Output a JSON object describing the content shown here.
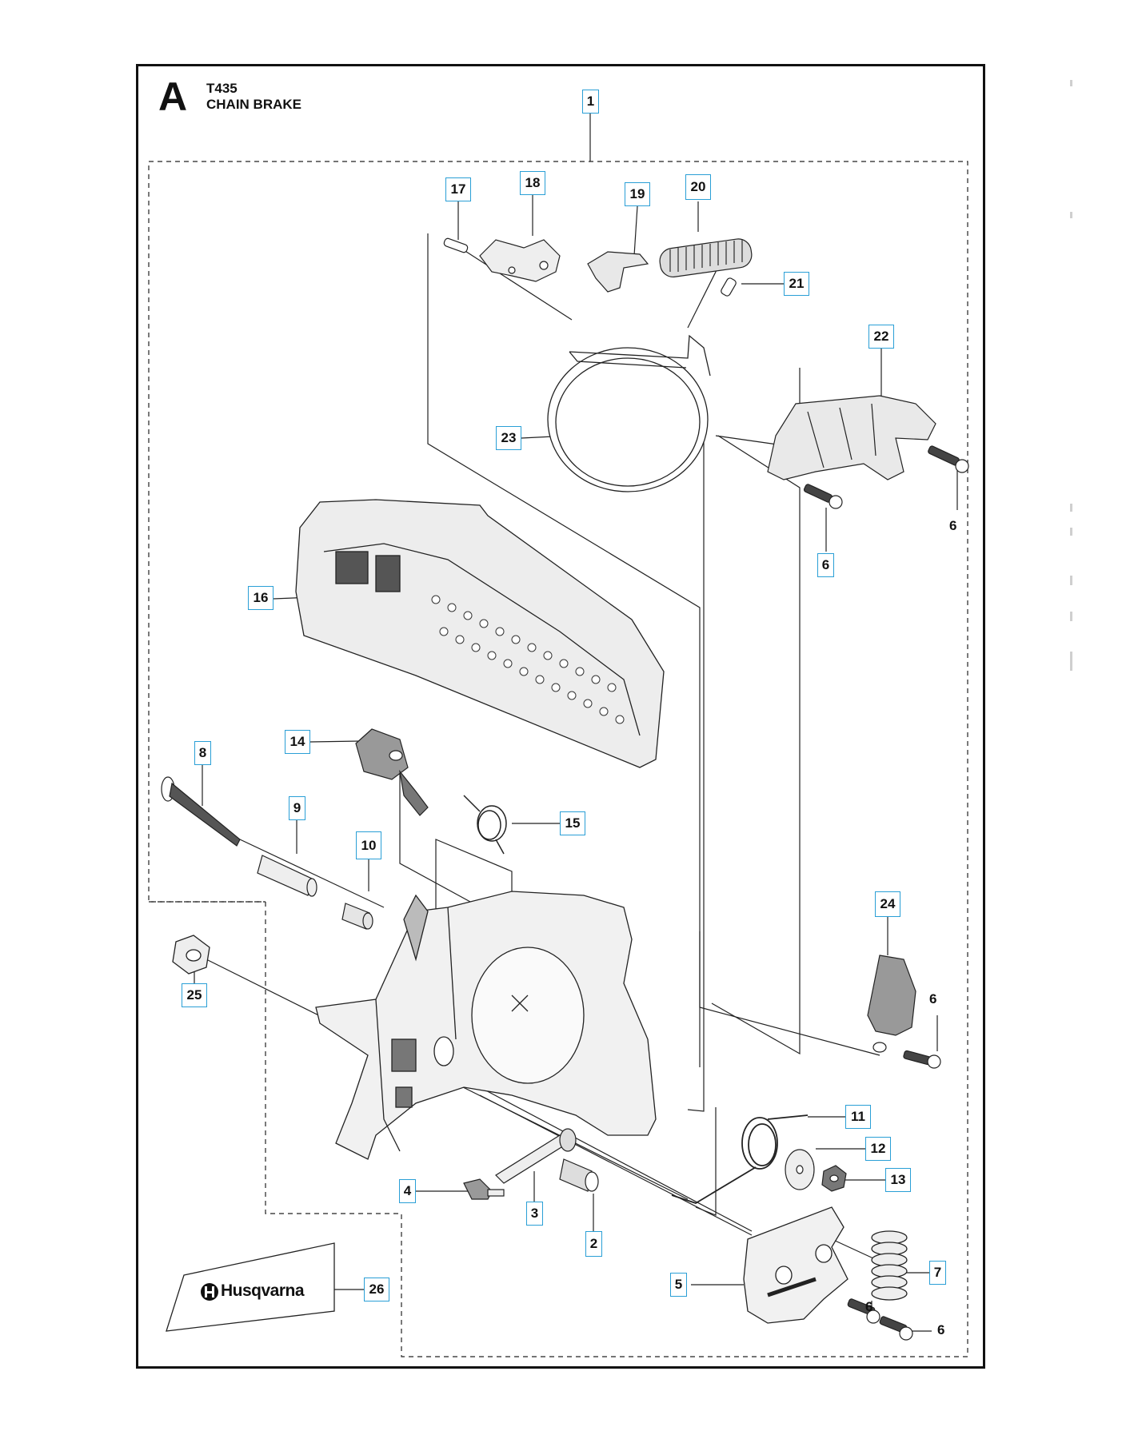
{
  "header": {
    "section_letter": "A",
    "model": "T435",
    "title": "CHAIN BRAKE"
  },
  "logo": {
    "brand_text": "Husqvarna"
  },
  "callouts": [
    {
      "id": "c1",
      "label": "1"
    },
    {
      "id": "c17",
      "label": "17"
    },
    {
      "id": "c18",
      "label": "18"
    },
    {
      "id": "c19",
      "label": "19"
    },
    {
      "id": "c20",
      "label": "20"
    },
    {
      "id": "c21",
      "label": "21"
    },
    {
      "id": "c22",
      "label": "22"
    },
    {
      "id": "c23",
      "label": "23"
    },
    {
      "id": "c6a",
      "label": "6"
    },
    {
      "id": "c16",
      "label": "16"
    },
    {
      "id": "c14",
      "label": "14"
    },
    {
      "id": "c8",
      "label": "8"
    },
    {
      "id": "c9",
      "label": "9"
    },
    {
      "id": "c10",
      "label": "10"
    },
    {
      "id": "c15",
      "label": "15"
    },
    {
      "id": "c24",
      "label": "24"
    },
    {
      "id": "c25",
      "label": "25"
    },
    {
      "id": "c11",
      "label": "11"
    },
    {
      "id": "c12",
      "label": "12"
    },
    {
      "id": "c13",
      "label": "13"
    },
    {
      "id": "c4",
      "label": "4"
    },
    {
      "id": "c3",
      "label": "3"
    },
    {
      "id": "c2",
      "label": "2"
    },
    {
      "id": "c7",
      "label": "7"
    },
    {
      "id": "c5",
      "label": "5"
    },
    {
      "id": "c26",
      "label": "26"
    }
  ],
  "plain_labels": [
    {
      "id": "p6a",
      "label": "6"
    },
    {
      "id": "p6b",
      "label": "6"
    },
    {
      "id": "p6c",
      "label": "6"
    },
    {
      "id": "p6d",
      "label": "6"
    }
  ],
  "colors": {
    "callout_border": "#2a9fd6",
    "frame": "#111111",
    "part_fill": "#ffffff",
    "part_shade": "#d9d9d9",
    "dark_shade": "#555555"
  }
}
